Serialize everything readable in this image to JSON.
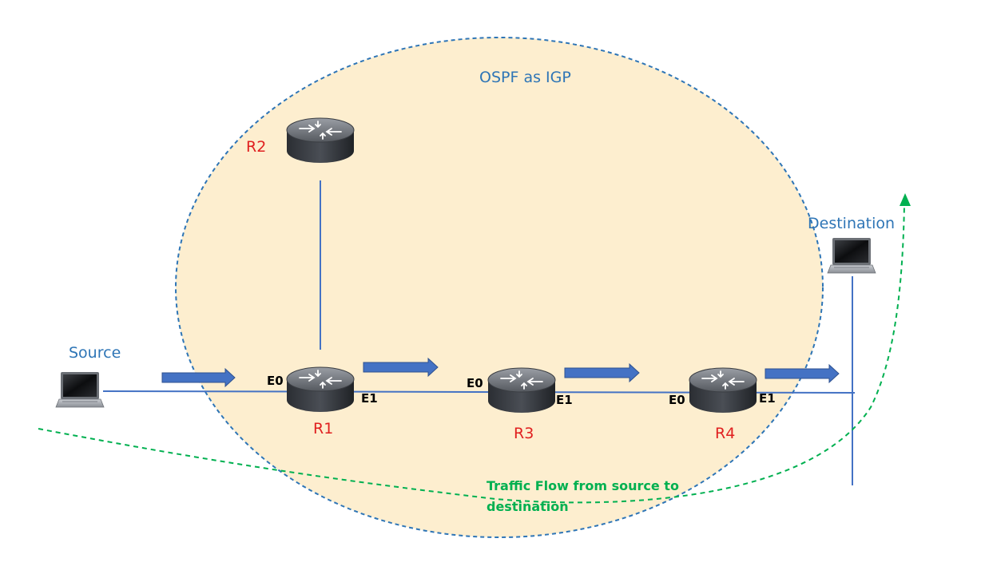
{
  "diagram": {
    "area_label": "OSPF as IGP",
    "source_label": "Source",
    "destination_label": "Destination",
    "flow_label_line1": "Traffic Flow from source to",
    "flow_label_line2": "destination",
    "routers": [
      {
        "name": "R2"
      },
      {
        "name": "R1",
        "left_iface": "E0",
        "right_iface": "E1"
      },
      {
        "name": "R3",
        "left_iface": "E0",
        "right_iface": "E1"
      },
      {
        "name": "R4",
        "left_iface": "E0",
        "right_iface": "E1"
      }
    ],
    "colors": {
      "area_fill": "#fdeecf",
      "area_border": "#2e75b6",
      "link": "#4472c4",
      "arrow": "#4472c4",
      "flow": "#00b050",
      "router_label": "#e02020",
      "endpoint_label": "#2e75b6"
    },
    "icons": {
      "router": "router-icon",
      "laptop": "laptop-icon"
    }
  }
}
